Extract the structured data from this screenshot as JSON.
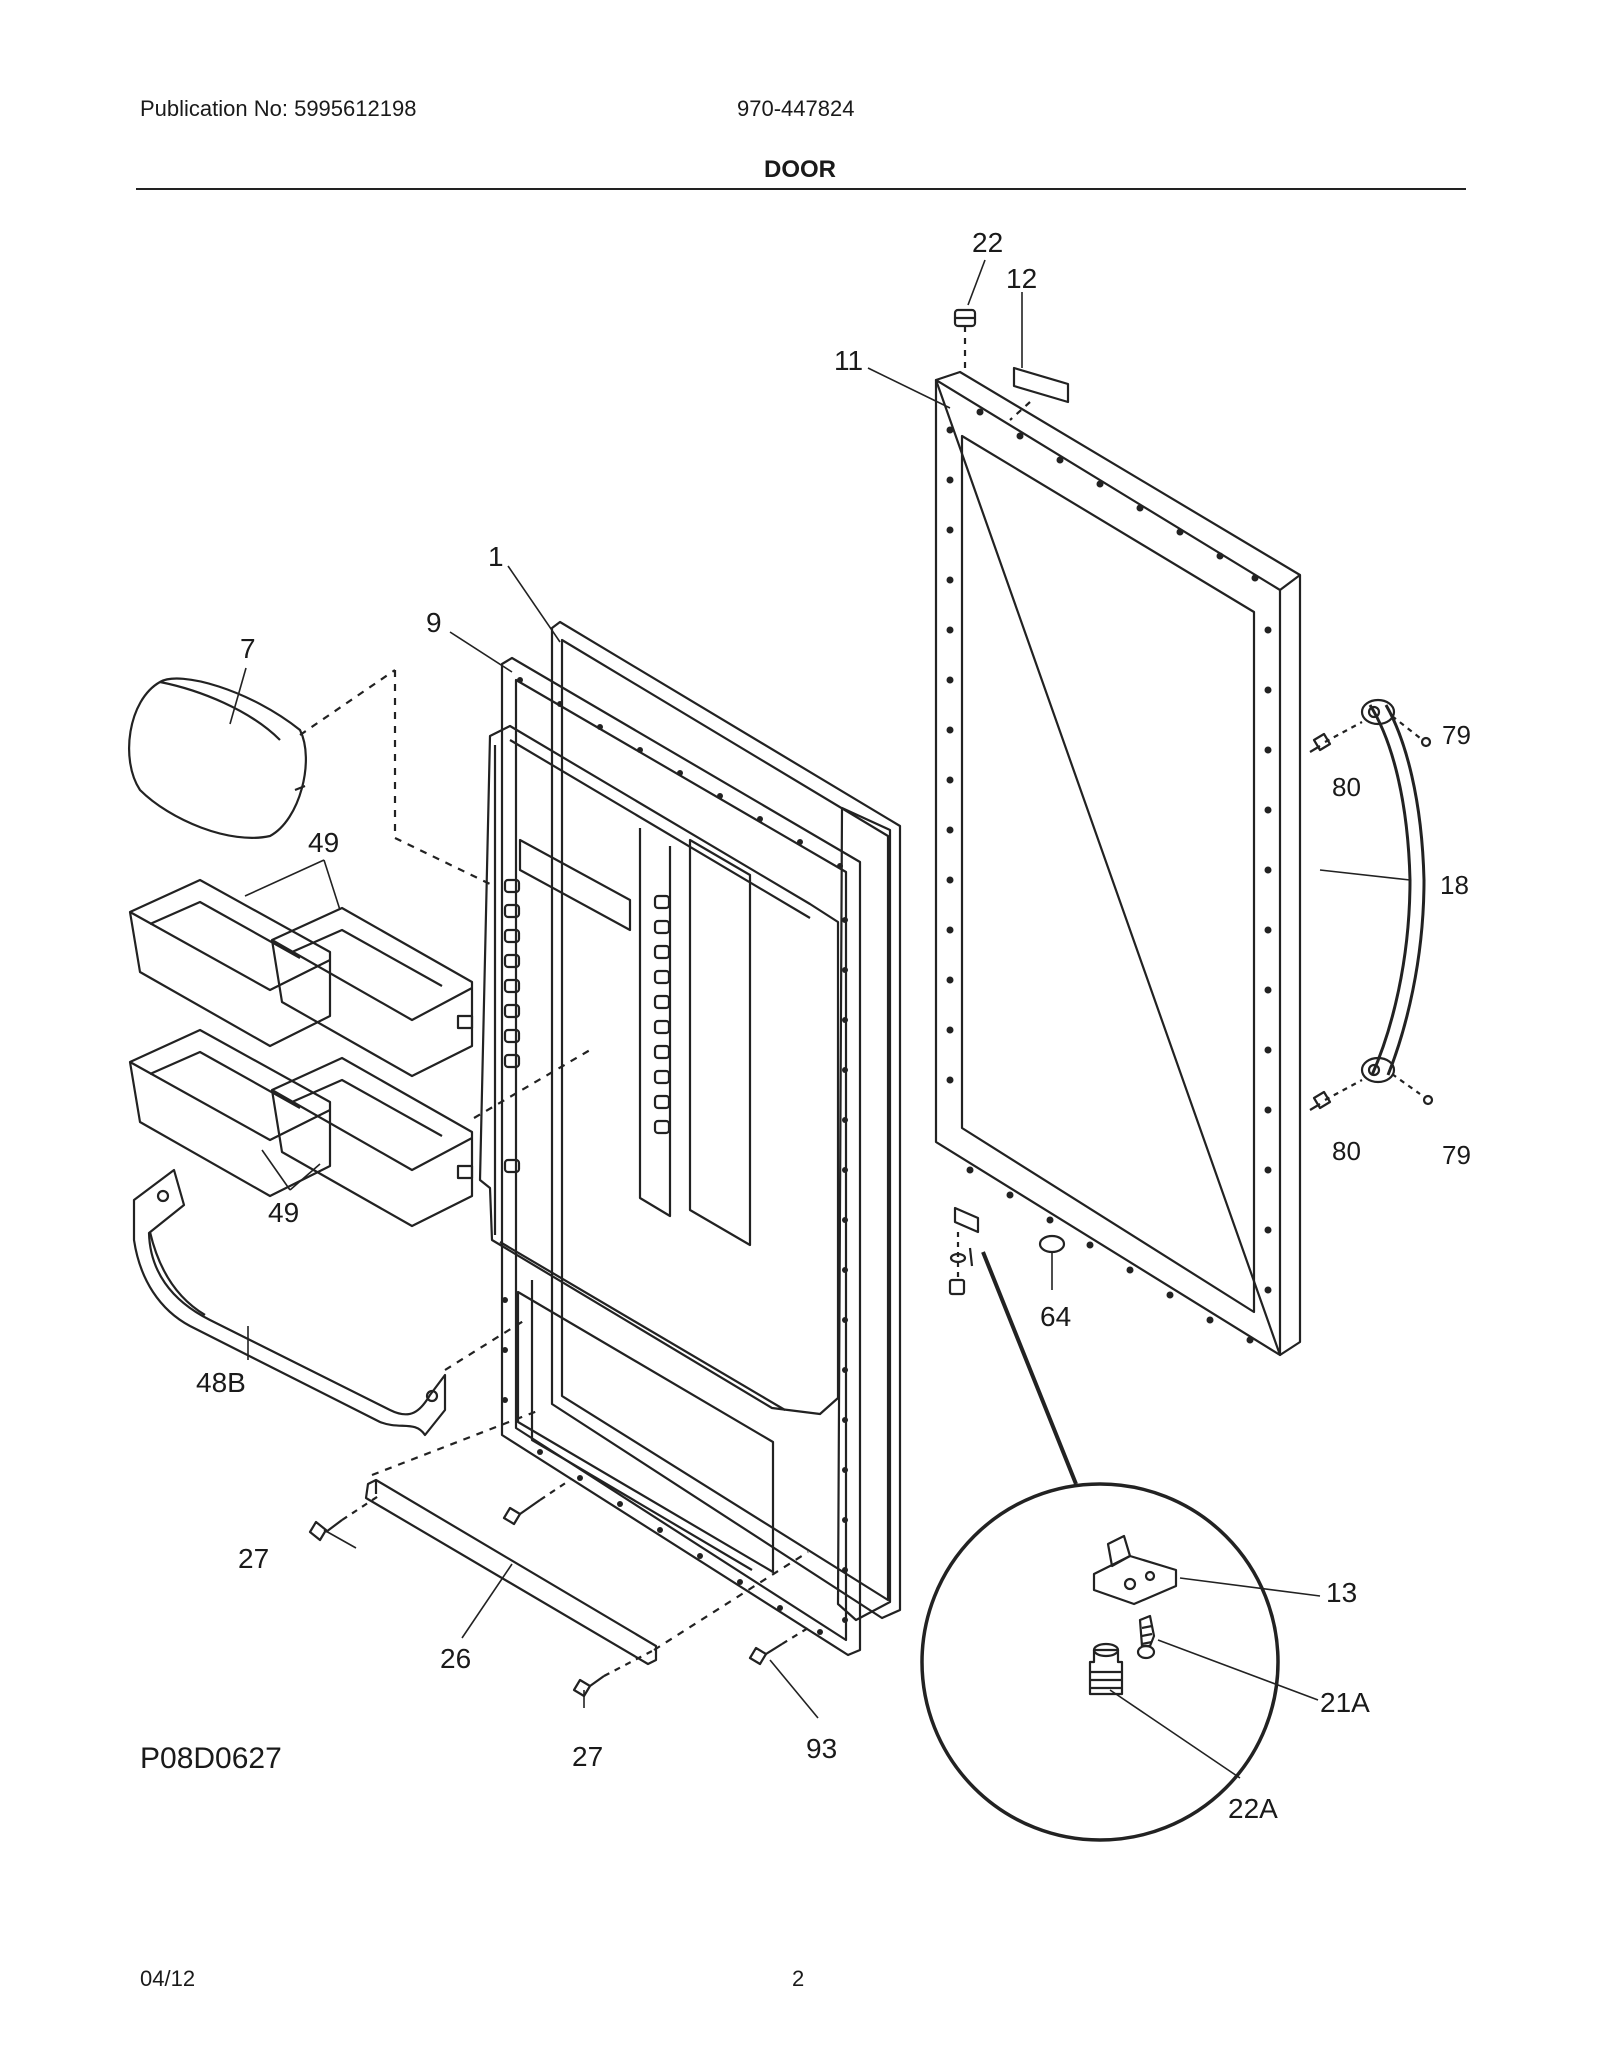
{
  "header": {
    "publication": "Publication No: 5995612198",
    "model": "970-447824",
    "section_title": "DOOR"
  },
  "diagram_code": "P08D0627",
  "callouts": {
    "c22": "22",
    "c12": "12",
    "c11": "11",
    "c1": "1",
    "c9": "9",
    "c7": "7",
    "c49a": "49",
    "c49b": "49",
    "c48b": "48B",
    "c27a": "27",
    "c27b": "27",
    "c26": "26",
    "c93": "93",
    "c64": "64",
    "c13": "13",
    "c21a": "21A",
    "c22a": "22A",
    "c79a": "79",
    "c79b": "79",
    "c80a": "80",
    "c80b": "80",
    "c18": "18"
  },
  "footer": {
    "date": "04/12",
    "page": "2"
  }
}
